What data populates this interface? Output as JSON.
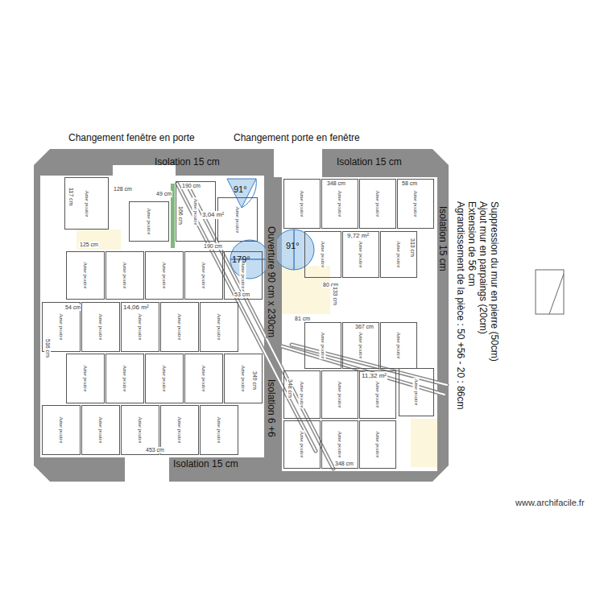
{
  "diagram": {
    "nodes": [
      {
        "text": [
          "Ame poutre"
        ]
      },
      {
        "text": [
          "Ame poutre"
        ]
      },
      {
        "text": [
          "Ame poutre"
        ]
      },
      {
        "text": [
          "Ame poutre"
        ]
      },
      {
        "text": [
          "Ame poutre"
        ]
      },
      {
        "text": [
          "Ame poutre"
        ]
      },
      {
        "text": [
          "Ame poutre"
        ]
      },
      {
        "text": [
          "Ame poutre"
        ]
      },
      {
        "text": [
          "Ame poutre"
        ]
      },
      {
        "text": [
          "Ame poutre"
        ]
      },
      {
        "text": [
          "Ame poutre"
        ]
      },
      {
        "text": [
          "Ame poutre"
        ]
      },
      {
        "text": [
          "Ame poutre"
        ]
      },
      {
        "text": [
          "Ame poutre"
        ]
      },
      {
        "text": [
          "Ame poutre"
        ]
      },
      {
        "text": [
          "Ame poutre"
        ]
      },
      {
        "text": [
          "Ame poutre"
        ]
      },
      {
        "text": [
          "Ame poutre"
        ]
      },
      {
        "text": [
          "Ame poutre"
        ]
      },
      {
        "text": [
          "Ame poutre"
        ]
      },
      {
        "text": [
          "Ame poutre"
        ]
      },
      {
        "text": [
          "Ame poutre"
        ]
      },
      {
        "text": [
          "Ame poutre"
        ]
      },
      {
        "text": [
          "Ame poutre"
        ]
      },
      {
        "text": [
          "Ame poutre"
        ]
      },
      {
        "text": [
          "Ame poutre"
        ]
      },
      {
        "text": [
          "Ame poutre"
        ]
      },
      {
        "text": [
          "Ame poutre"
        ]
      },
      {
        "text": [
          "Ame poutre"
        ]
      },
      {
        "text": [
          "Ame poutre"
        ]
      },
      {
        "text": [
          "Ame poutre"
        ]
      },
      {
        "text": [
          "Ame poutre"
        ]
      },
      {
        "text": [
          "Ame poutre"
        ]
      },
      {
        "text": [
          "Ame poutre"
        ]
      },
      {
        "text": [
          "Ame poutre"
        ]
      },
      {
        "text": [
          "Ame poutre"
        ]
      },
      {
        "text": [
          "Ame poutre"
        ]
      },
      {
        "text": [
          "Ame poutre"
        ]
      },
      {
        "text": [
          "Ame poutre"
        ]
      },
      {
        "text": [
          "Ame poutre"
        ]
      },
      {
        "text": [
          "Ame poutre"
        ]
      }
    ],
    "labels": [
      "Changement fenêtre en porte",
      "Changement porte en fenêtre",
      "Isolation 15 cm",
      "Isolation 15 cm",
      "Isolation 15 cm",
      "Isolation 15 cm",
      "Suppression du mur en pierre (50cm)",
      "Ajout mur en parpaings (20cm)",
      "Extension de 56 cm",
      "Agrandissement de la pièce : 50 +56 - 20 : 86cm",
      "Ouverture 90 cm x 230cm",
      "Isolation 6 +6",
      "3,04 m²",
      "9,72 m²",
      "14,06 m²",
      "11,32 m²",
      "91°",
      "91°",
      "179°",
      "www.archifacile.fr",
      "128 cm",
      "49 cm",
      "190 cm",
      "190 cm",
      "117 cm",
      "125 cm",
      "166 cm",
      "348 cm",
      "58 cm",
      "313 cm",
      "516 cm",
      "54 cm",
      "53 cm",
      "349 cm",
      "348 cm",
      "348 cm",
      "453 cm",
      "80 cm",
      "133 cm",
      "81 cm",
      "367 cm"
    ]
  }
}
